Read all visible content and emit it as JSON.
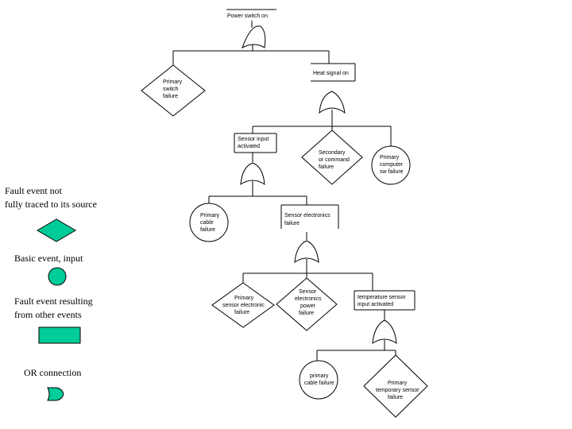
{
  "legend": {
    "undeveloped_event": [
      "Fault event not",
      "fully traced to its source"
    ],
    "basic_event": [
      "Basic event, input"
    ],
    "intermediate_event": [
      "Fault event resulting",
      "from other events"
    ],
    "or_gate": [
      "OR connection"
    ],
    "fill_color": "#00cc99"
  },
  "nodes": {
    "top": [
      "Power switch on"
    ],
    "primary_switch": [
      "Primary",
      "switch",
      "failure"
    ],
    "heat_signal": [
      "Heat signal on"
    ],
    "sensor_input": [
      "Sensor input",
      "activated"
    ],
    "secondary_command": [
      "Secondary",
      "or command",
      "failure"
    ],
    "primary_computer": [
      "Primary",
      "computer",
      "sw failure"
    ],
    "primary_cable": [
      "Primary",
      "cable",
      "failure"
    ],
    "sensor_electronics": [
      "Sensor electronics",
      "failure"
    ],
    "primary_sensor_electronic": [
      "Primary",
      "sensor electronic",
      "failure"
    ],
    "sensor_power": [
      "Sensor",
      "electronics",
      "power",
      "failure"
    ],
    "temperature_sensor": [
      "temperature sensor",
      "input activated"
    ],
    "primary_cable_2": [
      "primary",
      "cable failure"
    ],
    "primary_temporary_sensor": [
      "Primary",
      "temporary sensor",
      "failure"
    ]
  },
  "colors": {
    "line": "#000000",
    "legend_fill": "#00cc99"
  }
}
